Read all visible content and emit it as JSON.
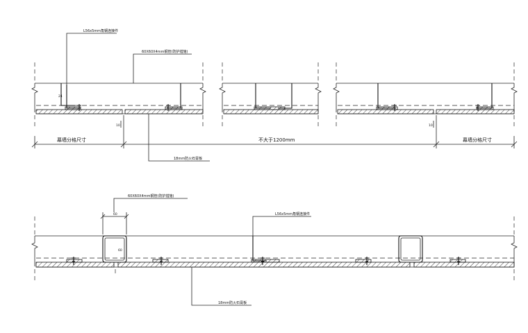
{
  "top_section": {
    "leader_angle": "L56x5mm角钢连接件",
    "leader_tube": "60X60X4mm钢管(防护措施)",
    "leader_panel": "18mm防火石膏板",
    "dim_left": "幕墙分格尺寸",
    "dim_middle": "不大于1200mm",
    "dim_right": "幕墙分格尺寸",
    "tag_24": "24",
    "tag_10a": "10",
    "tag_10b": "10"
  },
  "bottom_section": {
    "leader_tube": "60X60X4mm钢管(防护措施)",
    "leader_angle": "L56x5mm角钢连接件",
    "leader_panel": "18mm防火石膏板",
    "dim_60": "60",
    "dim_60v": "60"
  }
}
